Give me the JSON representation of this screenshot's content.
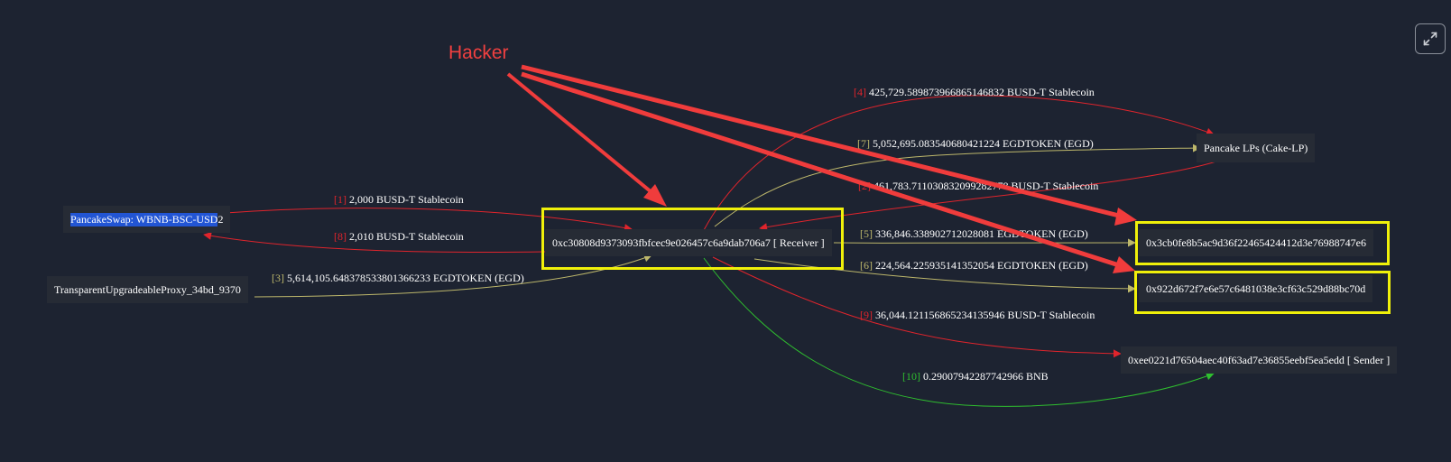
{
  "annotation": {
    "text": "Hacker",
    "color": "#f04040"
  },
  "nodes": {
    "pancakeswap": {
      "highlight": "PancakeSwap: WBNB-BSC-USD",
      "suffix": " 2"
    },
    "proxy": {
      "label": "TransparentUpgradeableProxy_34bd_9370"
    },
    "receiver": {
      "label": "0xc30808d9373093fbfcec9e026457c6a9dab706a7 [ Receiver ]"
    },
    "pancake_lp": {
      "label": "Pancake LPs (Cake-LP)"
    },
    "addr_3cb0": {
      "label": "0x3cb0fe8b5ac9d36f22465424412d3e76988747e6"
    },
    "addr_922d": {
      "label": "0x922d672f7e6e57c6481038e3cf63c529d88bc70d"
    },
    "sender": {
      "label": "0xee0221d76504aec40f63ad7e36855eebf5ea5edd [ Sender ]"
    }
  },
  "edges": [
    {
      "index": "[1]",
      "amount": "2,000 BUSD-T Stablecoin",
      "token_color": "#e0242c"
    },
    {
      "index": "[8]",
      "amount": "2,010 BUSD-T Stablecoin",
      "token_color": "#e0242c"
    },
    {
      "index": "[3]",
      "amount": "5,614,105.648378533801366233 EGDTOKEN (EGD)",
      "token_color": "#bdb76b"
    },
    {
      "index": "[4]",
      "amount": "425,729.589873966865146832 BUSD-T Stablecoin",
      "token_color": "#e0242c"
    },
    {
      "index": "[7]",
      "amount": "5,052,695.083540680421224 EGDTOKEN (EGD)",
      "token_color": "#bdb76b"
    },
    {
      "index": "[2]",
      "amount": "461,783.711030832099282778 BUSD-T Stablecoin",
      "token_color": "#e0242c"
    },
    {
      "index": "[5]",
      "amount": "336,846.338902712028081 EGDTOKEN (EGD)",
      "token_color": "#bdb76b"
    },
    {
      "index": "[6]",
      "amount": "224,564.225935141352054 EGDTOKEN (EGD)",
      "token_color": "#bdb76b"
    },
    {
      "index": "[9]",
      "amount": "36,044.121156865234135946 BUSD-T Stablecoin",
      "token_color": "#e0242c"
    },
    {
      "index": "[10]",
      "amount": "0.29007942287742966 BNB",
      "token_color": "#2fbf2f"
    }
  ],
  "colors": {
    "background": "#1d2331",
    "node": "#262b35",
    "highlight_box": "#f0f00a",
    "annotation_arrow": "#f03c3c"
  },
  "icons": {
    "expand": "expand-icon"
  }
}
